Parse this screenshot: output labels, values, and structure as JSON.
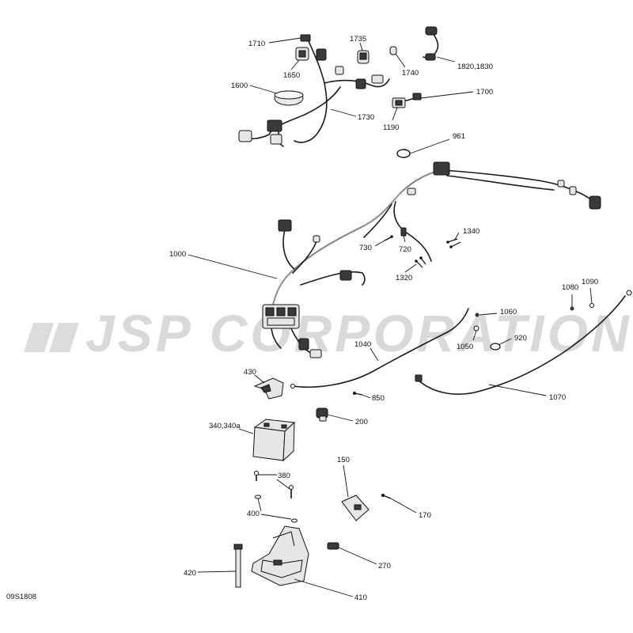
{
  "watermark": {
    "text": "JSP CORPORATION"
  },
  "diagram_code": "09S1808",
  "callouts": {
    "c1710": "1710",
    "c1650": "1650",
    "c1735": "1735",
    "c1740": "1740",
    "c1820": "1820,1830",
    "c1600": "1600",
    "c1730": "1730",
    "c1700": "1700",
    "c1190": "1190",
    "c961": "961",
    "c1340": "1340",
    "c730": "730",
    "c720": "720",
    "c1320": "1320",
    "c1000": "1000",
    "c1080": "1080",
    "c1090": "1090",
    "c1060": "1060",
    "c1050": "1050",
    "c920": "920",
    "c1040": "1040",
    "c430": "430",
    "c850": "850",
    "c1070": "1070",
    "c200": "200",
    "c340": "340,340a",
    "c150": "150",
    "c380": "380",
    "c170": "170",
    "c400": "400",
    "c270": "270",
    "c420": "420",
    "c410": "410"
  }
}
